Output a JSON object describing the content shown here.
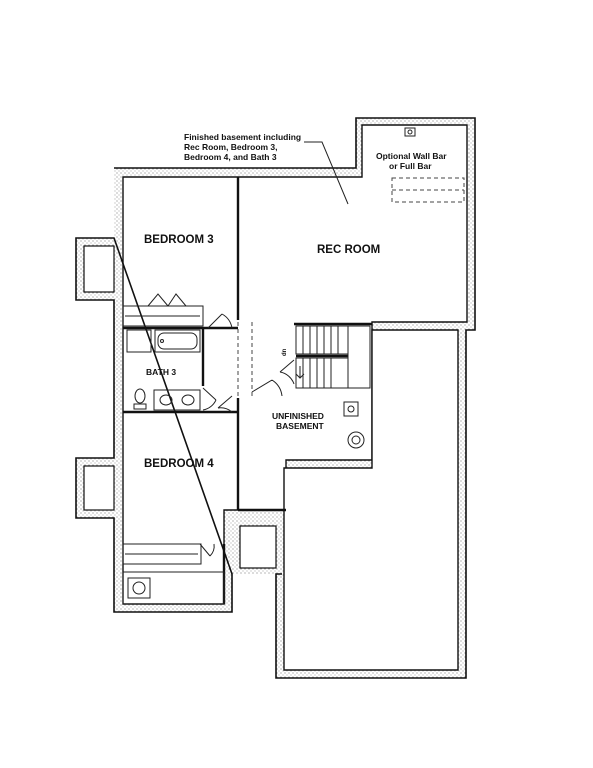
{
  "annotation": {
    "lines": [
      "Finished basement including",
      "Rec Room, Bedroom 3,",
      "Bedroom 4, and Bath 3"
    ]
  },
  "rooms": {
    "bedroom3": "BEDROOM 3",
    "rec_room": "REC ROOM",
    "bath3": "BATH 3",
    "bedroom4": "BEDROOM 4",
    "unfinished": [
      "UNFINISHED",
      "BASEMENT"
    ]
  },
  "bar_note": {
    "lines": [
      "Optional Wall Bar",
      "or Full Bar"
    ]
  },
  "stair_label": "dn"
}
